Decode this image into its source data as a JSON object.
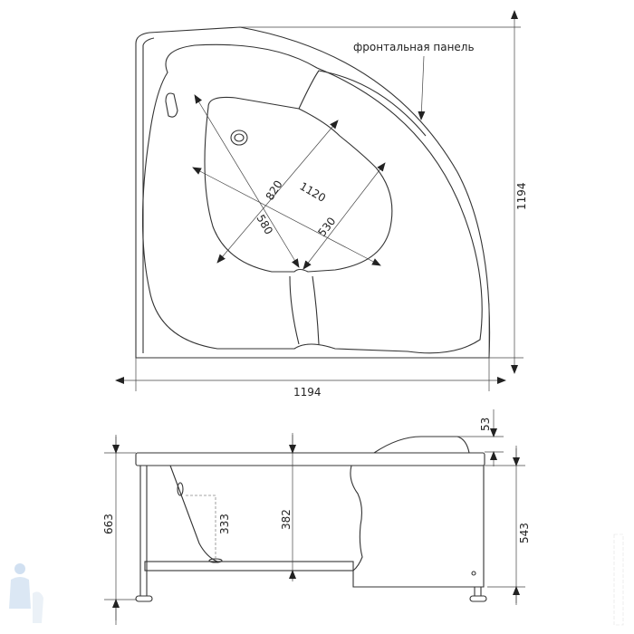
{
  "top_view": {
    "callout": "фронтальная панель",
    "dim_width": "1194",
    "dim_depth": "1194",
    "dim_diag_1": "820",
    "dim_diag_2": "1120",
    "dim_diag_3": "580",
    "dim_diag_4": "530"
  },
  "side_view": {
    "dim_total_height": "663",
    "dim_overflow_height": "333",
    "dim_inner_depth": "382",
    "dim_headrest": "53",
    "dim_panel_height": "543"
  },
  "colors": {
    "line": "#333333",
    "background": "#ffffff"
  }
}
